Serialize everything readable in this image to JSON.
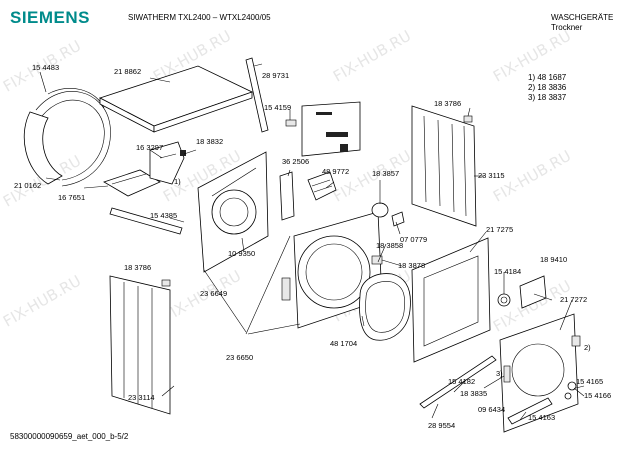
{
  "header": {
    "brand": "SIEMENS",
    "model": "SIWATHERM TXL2400 – WTXL2400/05",
    "category": "WASCHGERÄTE",
    "subcategory": "Trockner"
  },
  "legend": [
    "1) 48 1687",
    "2) 18 3836",
    "3) 18 3837"
  ],
  "watermark": "FIX-HUB.RU",
  "footer": "58300000090659_aet_000_b-5/2",
  "part_numbers": {
    "p154483": "15 4483",
    "p218862": "21 8862",
    "p289731": "28 9731",
    "p154159": "15 4159",
    "p183786a": "18 3786",
    "p163297": "16 3297",
    "p183832": "18 3832",
    "p362506": "36 2506",
    "p489772": "48 9772",
    "p183857": "18 3857",
    "p233115": "23 3115",
    "p210162": "21 0162",
    "p167651": "16 7651",
    "p154385": "15 4385",
    "p109350": "10 9350",
    "p183858": "18 3858",
    "p070779": "07 0779",
    "p217275": "21 7275",
    "p183786b": "18 3786",
    "p236649": "23 6649",
    "p183878": "18 3878",
    "p154184": "15 4184",
    "p189410": "18 9410",
    "p217272": "21 7272",
    "p236650": "23 6650",
    "p481704": "48 1704",
    "p233114": "23 3114",
    "p154182": "15 4182",
    "p183835": "18 3835",
    "p154165": "15 4165",
    "p154166": "15 4166",
    "p289554": "28 9554",
    "p096434": "09 6434",
    "p154163": "15 4163"
  },
  "callouts": {
    "c1": "1)",
    "c2": "2)",
    "c3": "3)"
  }
}
